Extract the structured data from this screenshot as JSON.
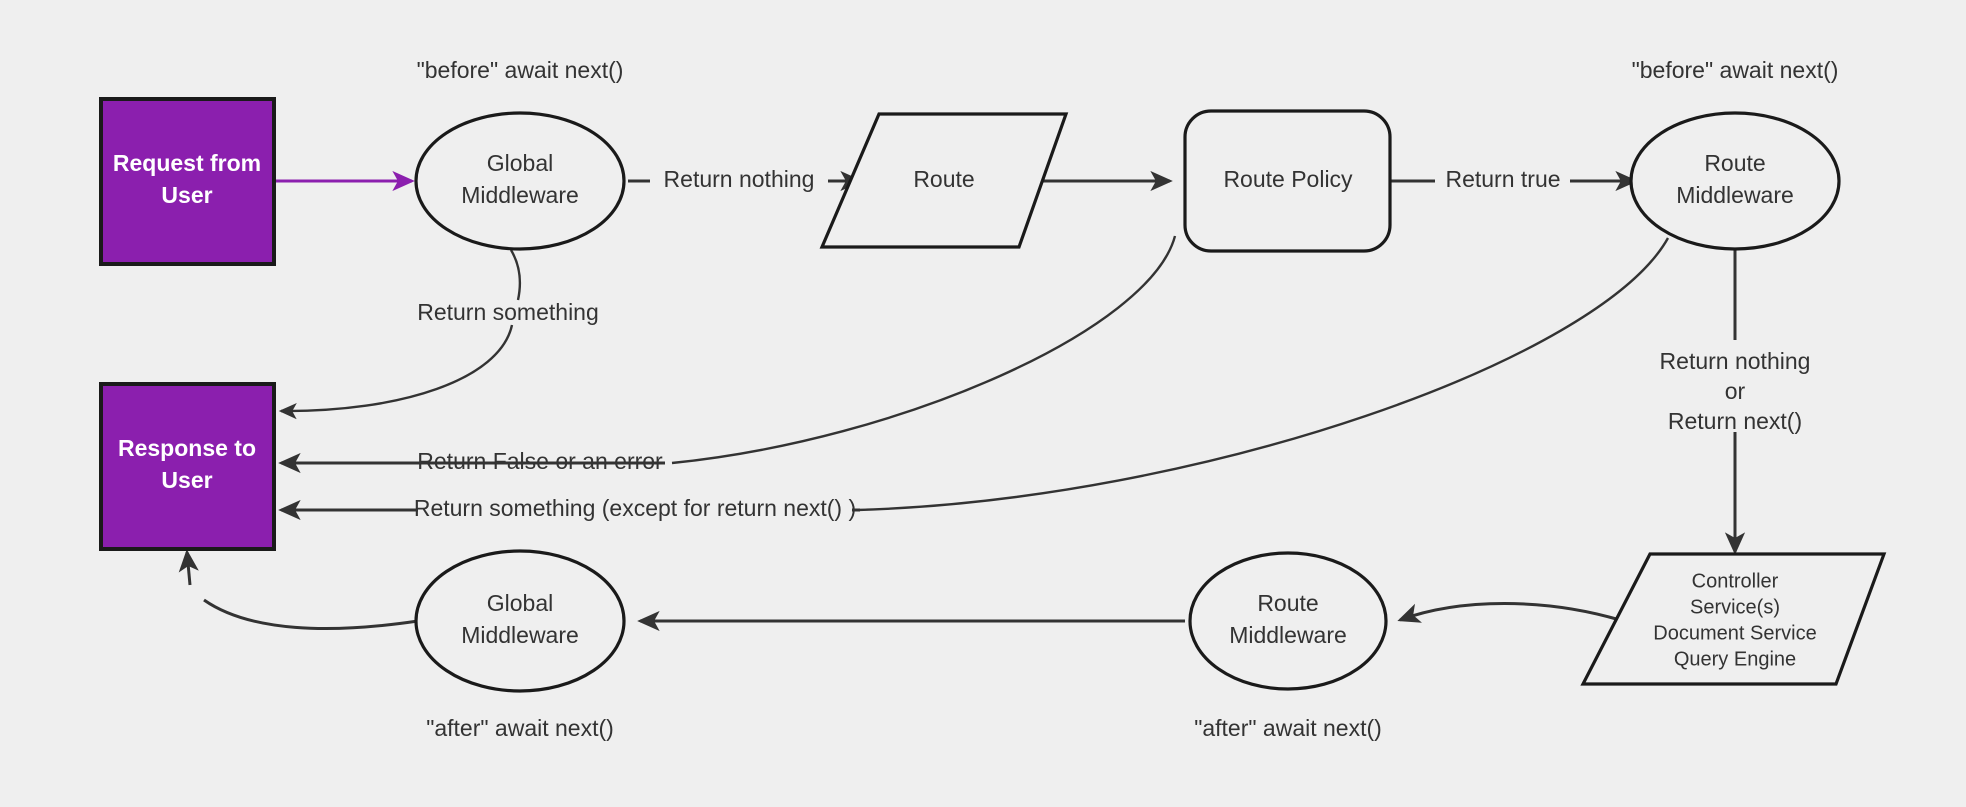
{
  "diagram": {
    "title": "Request / Response middleware lifecycle",
    "background_color": "#efefef",
    "accent_color": "#8b1fae",
    "stroke_color": "#1a1a1a",
    "text_color": "#333333",
    "terminal_text_color": "#ffffff"
  },
  "nodes": {
    "request_from_user": {
      "line1": "Request from",
      "line2": "User",
      "shape": "rectangle",
      "fill": "#8b1fae"
    },
    "response_to_user": {
      "line1": "Response to",
      "line2": "User",
      "shape": "rectangle",
      "fill": "#8b1fae"
    },
    "global_middleware_top": {
      "line1": "Global",
      "line2": "Middleware",
      "shape": "ellipse"
    },
    "route": {
      "line1": "Route",
      "shape": "parallelogram"
    },
    "route_policy": {
      "line1": "Route Policy",
      "shape": "rounded-rectangle"
    },
    "route_middleware_top": {
      "line1": "Route",
      "line2": "Middleware",
      "shape": "ellipse"
    },
    "controller_stack": {
      "line1": "Controller",
      "line2": "Service(s)",
      "line3": "Document Service",
      "line4": "Query Engine",
      "shape": "parallelogram"
    },
    "route_middleware_bottom": {
      "line1": "Route",
      "line2": "Middleware",
      "shape": "ellipse"
    },
    "global_middleware_bottom": {
      "line1": "Global",
      "line2": "Middleware",
      "shape": "ellipse"
    }
  },
  "annotations": {
    "before_await_next_global": "\"before\" await next()",
    "before_await_next_route": "\"before\" await next()",
    "after_await_next_global": "\"after\" await next()",
    "after_await_next_route": "\"after\" await next()"
  },
  "edges": {
    "request_to_global": {
      "label": ""
    },
    "global_return_nothing": {
      "label": "Return nothing"
    },
    "global_return_something": {
      "label": "Return something"
    },
    "route_to_policy": {
      "label": ""
    },
    "policy_return_true": {
      "label": "Return true"
    },
    "policy_return_false": {
      "label": "Return False or an error"
    },
    "route_mw_return_something": {
      "label": "Return something (except for return next() )"
    },
    "route_mw_return_nothing_l1": {
      "label": "Return nothing"
    },
    "route_mw_return_nothing_l2": {
      "label": "or"
    },
    "route_mw_return_nothing_l3": {
      "label": "Return next()"
    },
    "controller_to_route_mw": {
      "label": ""
    },
    "route_mw_to_global_mw": {
      "label": ""
    },
    "global_mw_to_response": {
      "label": ""
    }
  }
}
